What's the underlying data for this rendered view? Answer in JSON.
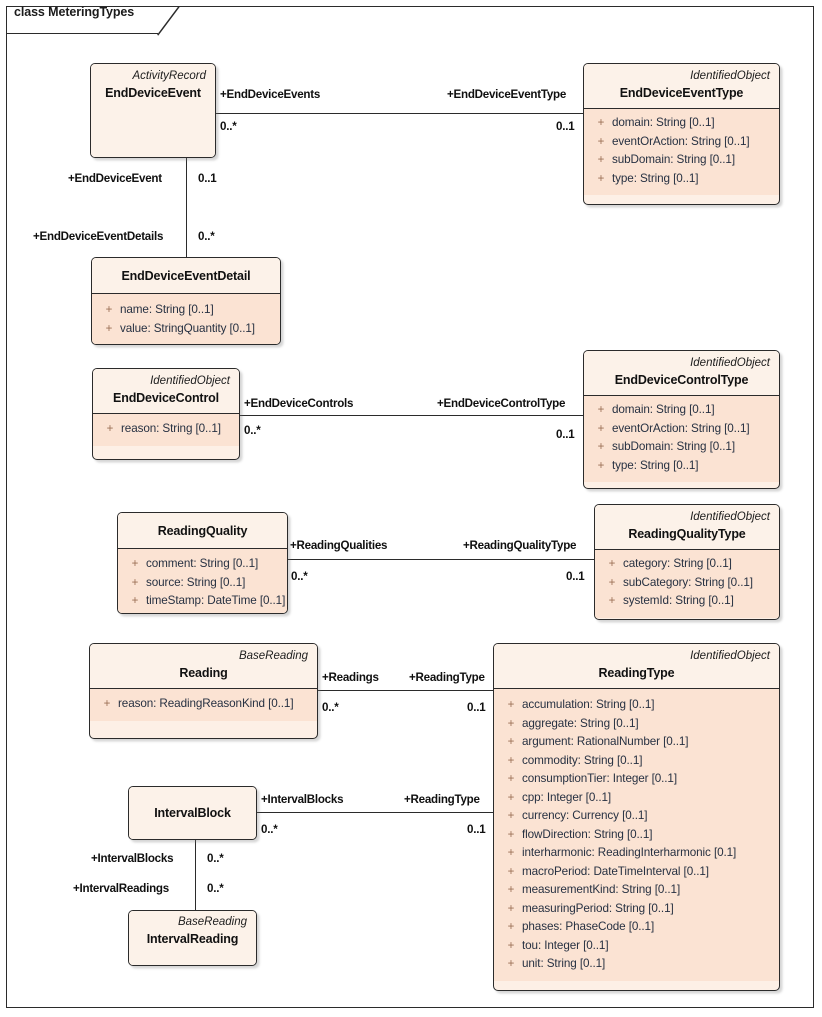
{
  "frame": {
    "title": "class MeteringTypes"
  },
  "classes": {
    "end_device_event": {
      "stereotype": "ActivityRecord",
      "name": "EndDeviceEvent",
      "attributes": []
    },
    "end_device_event_type": {
      "stereotype": "IdentifiedObject",
      "name": "EndDeviceEventType",
      "attributes": [
        {
          "visibility": "+",
          "signature": "domain: String [0..1]"
        },
        {
          "visibility": "+",
          "signature": "eventOrAction: String [0..1]"
        },
        {
          "visibility": "+",
          "signature": "subDomain: String [0..1]"
        },
        {
          "visibility": "+",
          "signature": "type: String [0..1]"
        }
      ]
    },
    "end_device_event_detail": {
      "stereotype": "",
      "name": "EndDeviceEventDetail",
      "attributes": [
        {
          "visibility": "+",
          "signature": "name: String [0..1]"
        },
        {
          "visibility": "+",
          "signature": "value: StringQuantity [0..1]"
        }
      ]
    },
    "end_device_control": {
      "stereotype": "IdentifiedObject",
      "name": "EndDeviceControl",
      "attributes": [
        {
          "visibility": "+",
          "signature": "reason: String [0..1]"
        }
      ]
    },
    "end_device_control_type": {
      "stereotype": "IdentifiedObject",
      "name": "EndDeviceControlType",
      "attributes": [
        {
          "visibility": "+",
          "signature": "domain: String [0..1]"
        },
        {
          "visibility": "+",
          "signature": "eventOrAction: String [0..1]"
        },
        {
          "visibility": "+",
          "signature": "subDomain: String [0..1]"
        },
        {
          "visibility": "+",
          "signature": "type: String [0..1]"
        }
      ]
    },
    "reading_quality": {
      "stereotype": "",
      "name": "ReadingQuality",
      "attributes": [
        {
          "visibility": "+",
          "signature": "comment: String [0..1]"
        },
        {
          "visibility": "+",
          "signature": "source: String [0..1]"
        },
        {
          "visibility": "+",
          "signature": "timeStamp: DateTime [0..1]"
        }
      ]
    },
    "reading_quality_type": {
      "stereotype": "IdentifiedObject",
      "name": "ReadingQualityType",
      "attributes": [
        {
          "visibility": "+",
          "signature": "category: String [0..1]"
        },
        {
          "visibility": "+",
          "signature": "subCategory: String [0..1]"
        },
        {
          "visibility": "+",
          "signature": "systemId: String [0..1]"
        }
      ]
    },
    "reading": {
      "stereotype": "BaseReading",
      "name": "Reading",
      "attributes": [
        {
          "visibility": "+",
          "signature": "reason: ReadingReasonKind [0..1]"
        }
      ]
    },
    "reading_type": {
      "stereotype": "IdentifiedObject",
      "name": "ReadingType",
      "attributes": [
        {
          "visibility": "+",
          "signature": "accumulation: String [0..1]"
        },
        {
          "visibility": "+",
          "signature": "aggregate: String [0..1]"
        },
        {
          "visibility": "+",
          "signature": "argument: RationalNumber [0..1]"
        },
        {
          "visibility": "+",
          "signature": "commodity: String [0..1]"
        },
        {
          "visibility": "+",
          "signature": "consumptionTier: Integer [0..1]"
        },
        {
          "visibility": "+",
          "signature": "cpp: Integer [0..1]"
        },
        {
          "visibility": "+",
          "signature": "currency: Currency [0..1]"
        },
        {
          "visibility": "+",
          "signature": "flowDirection: String [0..1]"
        },
        {
          "visibility": "+",
          "signature": "interharmonic: ReadingInterharmonic [0.1]"
        },
        {
          "visibility": "+",
          "signature": "macroPeriod: DateTimeInterval [0..1]"
        },
        {
          "visibility": "+",
          "signature": "measurementKind: String [0..1]"
        },
        {
          "visibility": "+",
          "signature": "measuringPeriod: String [0..1]"
        },
        {
          "visibility": "+",
          "signature": "phases: PhaseCode [0..1]"
        },
        {
          "visibility": "+",
          "signature": "tou: Integer [0..1]"
        },
        {
          "visibility": "+",
          "signature": "unit: String [0..1]"
        }
      ]
    },
    "interval_block": {
      "stereotype": "",
      "name": "IntervalBlock",
      "attributes": []
    },
    "interval_reading": {
      "stereotype": "BaseReading",
      "name": "IntervalReading",
      "attributes": []
    }
  },
  "associations": {
    "end_device_events": {
      "role": "+EndDeviceEvents",
      "multiplicity": "0..*"
    },
    "end_device_event_type": {
      "role": "+EndDeviceEventType",
      "multiplicity": "0..1"
    },
    "end_device_event": {
      "role": "+EndDeviceEvent",
      "multiplicity": "0..1"
    },
    "end_device_event_details": {
      "role": "+EndDeviceEventDetails",
      "multiplicity": "0..*"
    },
    "end_device_controls": {
      "role": "+EndDeviceControls",
      "multiplicity": "0..*"
    },
    "end_device_control_type": {
      "role": "+EndDeviceControlType",
      "multiplicity": "0..1"
    },
    "reading_qualities": {
      "role": "+ReadingQualities",
      "multiplicity": "0..*"
    },
    "reading_quality_type": {
      "role": "+ReadingQualityType",
      "multiplicity": "0..1"
    },
    "readings": {
      "role": "+Readings",
      "multiplicity": "0..*"
    },
    "reading_type_from_reading": {
      "role": "+ReadingType",
      "multiplicity": "0..1"
    },
    "interval_blocks_to_type": {
      "role": "+IntervalBlocks",
      "multiplicity": "0..*"
    },
    "reading_type_from_block": {
      "role": "+ReadingType",
      "multiplicity": "0..1"
    },
    "interval_blocks": {
      "role": "+IntervalBlocks",
      "multiplicity": "0..*"
    },
    "interval_readings": {
      "role": "+IntervalReadings",
      "multiplicity": "0..*"
    }
  },
  "colors": {
    "header_fill": "#fcf2e9",
    "attribute_fill": "#fbe3d3",
    "border": "#2b2b2b",
    "visibility_marker": "#9a6f54",
    "attribute_text": "#273142"
  }
}
